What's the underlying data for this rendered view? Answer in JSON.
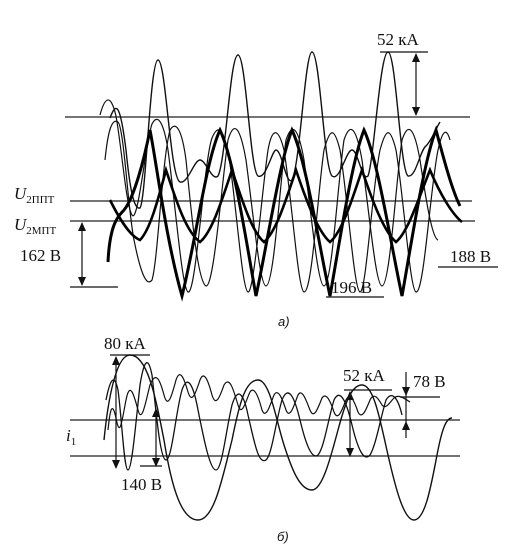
{
  "panel_a": {
    "caption": "а)",
    "label_52kA": "52 кА",
    "label_162V": "162 В",
    "label_196V": "196 В",
    "label_188V": "188 В",
    "u2ppt_main": "U",
    "u2ppt_sub": "2ППТ",
    "u2mpt_main": "U",
    "u2mpt_sub": "2МПТ"
  },
  "panel_b": {
    "caption": "б)",
    "label_80kA": "80 кА",
    "label_52kA": "52 кА",
    "label_78V": "78 В",
    "label_140V": "140 В",
    "i1_main": "i",
    "i1_sub": "1"
  }
}
